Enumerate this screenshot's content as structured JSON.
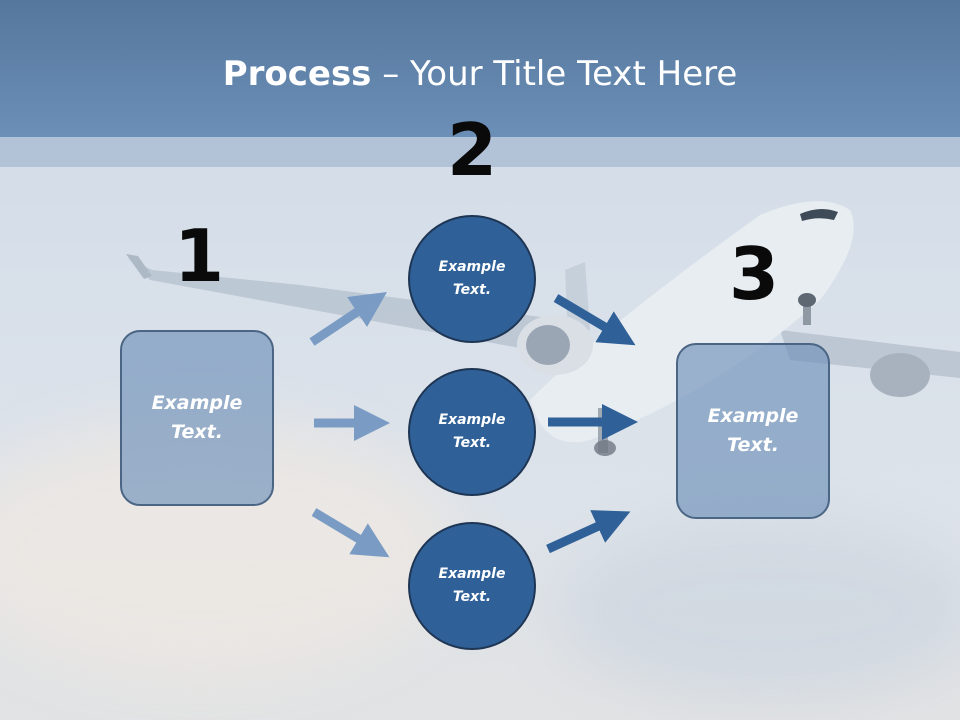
{
  "title": {
    "bold": "Process",
    "rest": " – Your Title Text Here"
  },
  "steps": {
    "one": {
      "number": "1",
      "box_text": "Example\nText."
    },
    "two": {
      "number": "2",
      "circles": [
        "Example\nText.",
        "Example\nText.",
        "Example\nText."
      ]
    },
    "three": {
      "number": "3",
      "box_text": "Example\nText."
    }
  },
  "colors": {
    "header": "#6b8fb7",
    "box_fill": "#6e91b9",
    "circle_fill": "#2f6198",
    "arrow_light": "#7a9cc4",
    "arrow_dark": "#2f6198"
  }
}
